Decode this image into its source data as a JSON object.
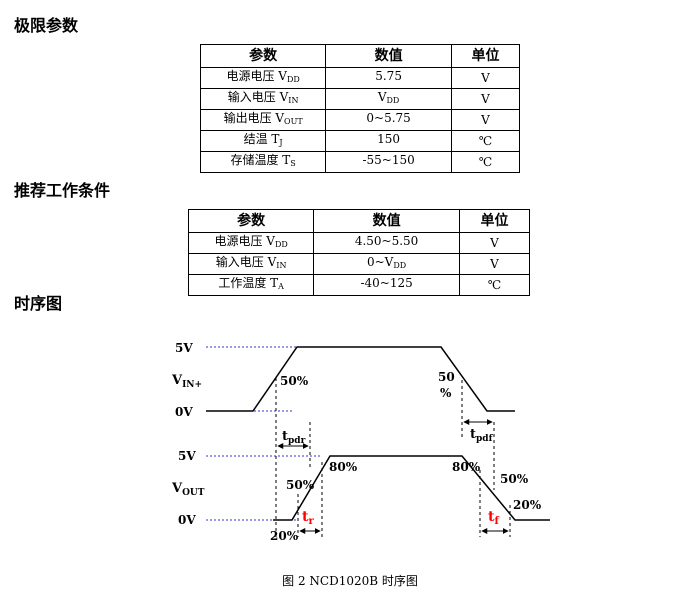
{
  "sections": {
    "limits_title": "极限参数",
    "recommended_title": "推荐工作条件",
    "timing_title": "时序图"
  },
  "table1": {
    "headers": [
      "参数",
      "数值",
      "单位"
    ],
    "rows": [
      {
        "name": "电源电压 V",
        "sub": "DD",
        "value": "5.75",
        "value_sub": "",
        "value_tail": "",
        "unit": "V"
      },
      {
        "name": "输入电压 V",
        "sub": "IN",
        "value": "V",
        "value_sub": "DD",
        "value_tail": "",
        "unit": "V"
      },
      {
        "name": "输出电压 V",
        "sub": "OUT",
        "value": "0~5.75",
        "value_sub": "",
        "value_tail": "",
        "unit": "V"
      },
      {
        "name": "结温 T",
        "sub": "J",
        "value": "150",
        "value_sub": "",
        "value_tail": "",
        "unit": "℃"
      },
      {
        "name": "存储温度 T",
        "sub": "S",
        "value": "-55~150",
        "value_sub": "",
        "value_tail": "",
        "unit": "℃"
      }
    ]
  },
  "table2": {
    "headers": [
      "参数",
      "数值",
      "单位"
    ],
    "rows": [
      {
        "name": "电源电压 V",
        "sub": "DD",
        "value": "4.50~5.50",
        "value_sub": "",
        "value_tail": "",
        "unit": "V"
      },
      {
        "name": "输入电压 V",
        "sub": "IN",
        "value": "0~V",
        "value_sub": "DD",
        "value_tail": "",
        "unit": "V"
      },
      {
        "name": "工作温度 T",
        "sub": "A",
        "value": "-40~125",
        "value_sub": "",
        "value_tail": "",
        "unit": "℃"
      }
    ]
  },
  "timing": {
    "vin_5v": "5V",
    "vin_0v": "0V",
    "vin_label": "V",
    "vin_sub": "IN+",
    "vin_rise_pct": "50%",
    "vin_fall_pct_a": "50",
    "vin_fall_pct_b": "%",
    "tpdr": "t",
    "tpdr_sub": "pdr",
    "tpdf": "t",
    "tpdf_sub": "pdf",
    "vout_5v": "5V",
    "vout_0v": "0V",
    "vout_label": "V",
    "vout_sub": "OUT",
    "rise_20": "20%",
    "rise_50": "50%",
    "rise_80": "80%",
    "fall_80": "80%",
    "fall_50": "50%",
    "fall_20": "20%",
    "tr": "t",
    "tr_sub": "r",
    "tf": "t",
    "tf_sub": "f",
    "dotted_color": "#3333cc",
    "accent_color": "#ff0000"
  },
  "caption": "图 2    NCD1020B 时序图"
}
